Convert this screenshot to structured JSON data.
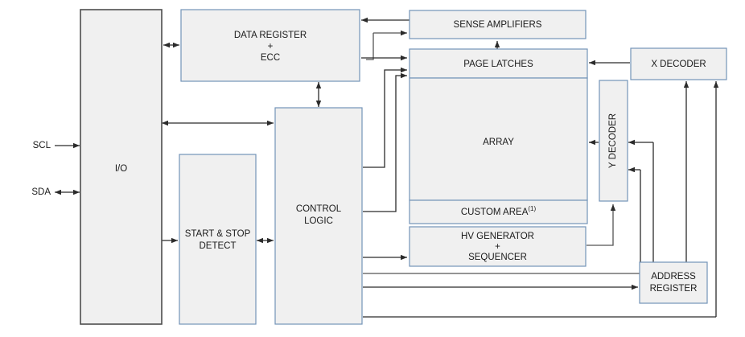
{
  "diagram": {
    "title": "Memory Device Block Diagram",
    "palette": {
      "block_fill": "#f0f0f0",
      "block_stroke": "#7394b8",
      "io_block_stroke": "#4d4d4d",
      "wire": "#2b2b2b",
      "background": "#ffffff",
      "text": "#1a1a1a"
    },
    "signals": [
      {
        "name": "SCL",
        "label": "SCL",
        "direction": "input"
      },
      {
        "name": "SDA",
        "label": "SDA",
        "direction": "bidirectional"
      }
    ],
    "blocks": [
      {
        "id": "io",
        "label": "I/O",
        "lines": [
          "I/O"
        ]
      },
      {
        "id": "data-register",
        "label": "DATA REGISTER + ECC",
        "lines": [
          "DATA REGISTER",
          "+",
          "ECC"
        ]
      },
      {
        "id": "start-stop-detect",
        "label": "START & STOP DETECT",
        "lines": [
          "START & STOP",
          "DETECT"
        ]
      },
      {
        "id": "control-logic",
        "label": "CONTROL LOGIC",
        "lines": [
          "CONTROL",
          "LOGIC"
        ]
      },
      {
        "id": "sense-amplifiers",
        "label": "SENSE AMPLIFIERS",
        "lines": [
          "SENSE AMPLIFIERS"
        ]
      },
      {
        "id": "page-latches",
        "label": "PAGE LATCHES",
        "lines": [
          "PAGE LATCHES"
        ]
      },
      {
        "id": "array",
        "label": "ARRAY",
        "lines": [
          "ARRAY"
        ]
      },
      {
        "id": "custom-area",
        "label": "CUSTOM AREA",
        "lines": [
          "CUSTOM AREA"
        ],
        "footnote": "(1)"
      },
      {
        "id": "hv-generator",
        "label": "HV GENERATOR + SEQUENCER",
        "lines": [
          "HV GENERATOR",
          "+",
          "SEQUENCER"
        ]
      },
      {
        "id": "y-decoder",
        "label": "Y DECODER",
        "lines": [
          "Y DECODER"
        ],
        "orientation": "vertical"
      },
      {
        "id": "x-decoder",
        "label": "X DECODER",
        "lines": [
          "X DECODER"
        ]
      },
      {
        "id": "address-register",
        "label": "ADDRESS REGISTER",
        "lines": [
          "ADDRESS",
          "REGISTER"
        ]
      }
    ],
    "text": {
      "scl": "SCL",
      "sda": "SDA",
      "io": "I/O",
      "data_register_l1": "DATA REGISTER",
      "data_register_l2": "+",
      "data_register_l3": "ECC",
      "start_stop_l1": "START & STOP",
      "start_stop_l2": "DETECT",
      "control_logic_l1": "CONTROL",
      "control_logic_l2": "LOGIC",
      "sense_amplifiers": "SENSE AMPLIFIERS",
      "page_latches": "PAGE LATCHES",
      "array": "ARRAY",
      "custom_area": "CUSTOM AREA",
      "custom_area_footnote": "(1)",
      "hv_generator_l1": "HV GENERATOR",
      "hv_generator_l2": "+",
      "hv_generator_l3": "SEQUENCER",
      "y_decoder": "Y DECODER",
      "x_decoder": "X DECODER",
      "address_register_l1": "ADDRESS",
      "address_register_l2": "REGISTER"
    }
  }
}
